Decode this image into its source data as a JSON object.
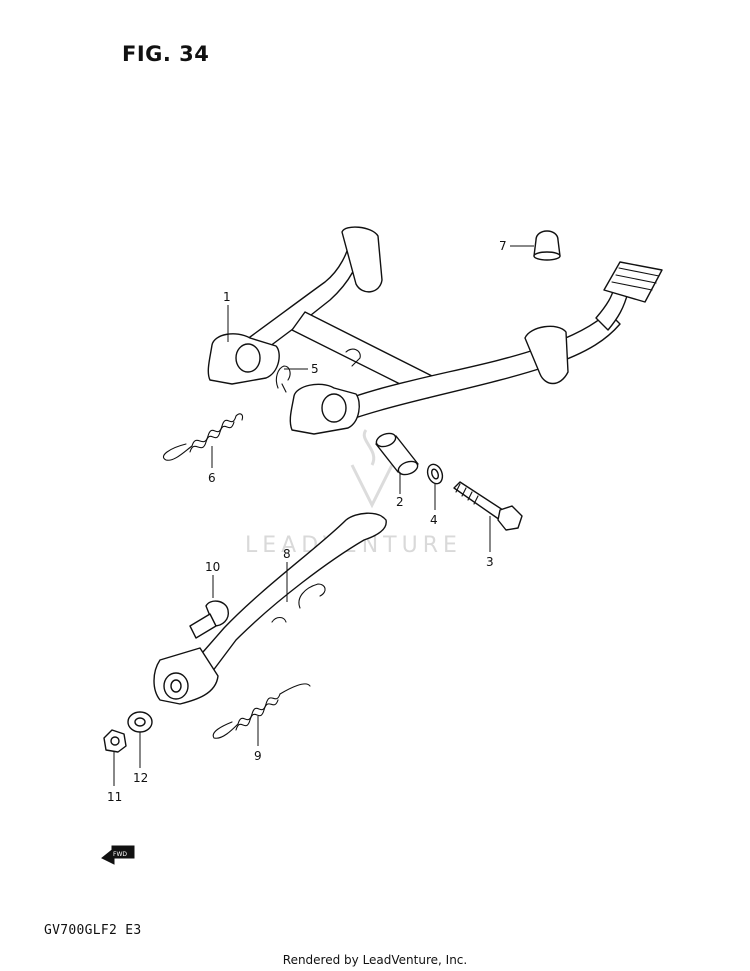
{
  "figure": {
    "title": "FIG. 34",
    "model_code": "GV700GLF2  E3",
    "footer": "Rendered by LeadVenture, Inc.",
    "watermark": "LEADVENTURE",
    "fwd_label": "FWD"
  },
  "callouts": [
    {
      "id": "1",
      "label": "1"
    },
    {
      "id": "2",
      "label": "2"
    },
    {
      "id": "3",
      "label": "3"
    },
    {
      "id": "4",
      "label": "4"
    },
    {
      "id": "5",
      "label": "5"
    },
    {
      "id": "6",
      "label": "6"
    },
    {
      "id": "7",
      "label": "7"
    },
    {
      "id": "8",
      "label": "8"
    },
    {
      "id": "9",
      "label": "9"
    },
    {
      "id": "10",
      "label": "10"
    },
    {
      "id": "11",
      "label": "11"
    },
    {
      "id": "12",
      "label": "12"
    }
  ],
  "colors": {
    "ink": "#111111",
    "watermark": "#d9d9d9",
    "background": "#ffffff"
  }
}
